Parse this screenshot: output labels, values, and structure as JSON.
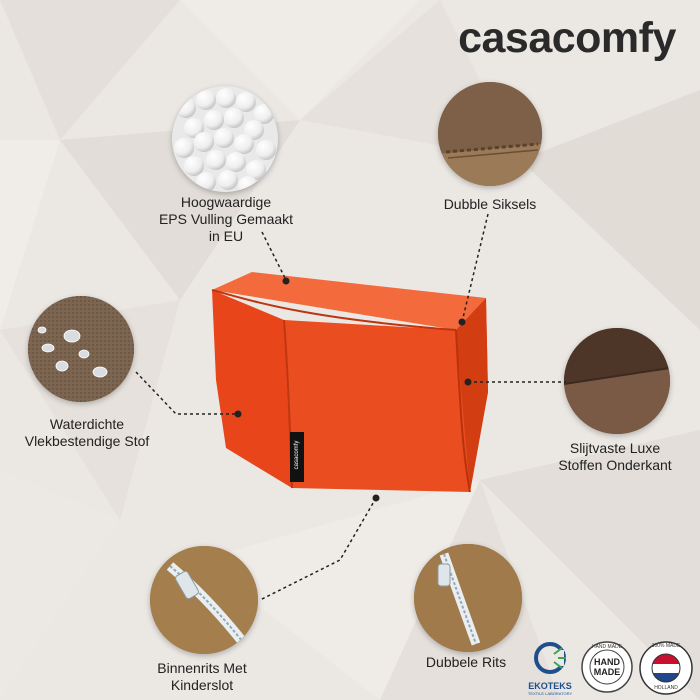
{
  "brand": {
    "name": "casacomfy"
  },
  "product": {
    "tag_text": "casacomfy",
    "color": "#ee4a1d"
  },
  "features": [
    {
      "label_lines": [
        "Hoogwaardige",
        "EPS Vulling Gemaakt",
        "in EU"
      ]
    },
    {
      "label_lines": [
        "Dubble Siksels"
      ]
    },
    {
      "label_lines": [
        "Waterdichte",
        "Vlekbestendige Stof"
      ]
    },
    {
      "label_lines": [
        "Slijtvaste Luxe",
        "Stoffen Onderkant"
      ]
    },
    {
      "label_lines": [
        "Binnenrits Met",
        "Kinderslot"
      ]
    },
    {
      "label_lines": [
        "Dubbele Rits"
      ]
    }
  ],
  "badges": {
    "ekoteks": "EKOTEKS",
    "ekoteks_sub": "TEXTILE LABORATORY",
    "handmade_ring": "HAND MADE",
    "handmade_center": [
      "HAND",
      "MADE"
    ],
    "holland_top": "100% MADE",
    "holland_bottom": "HOLLAND"
  }
}
